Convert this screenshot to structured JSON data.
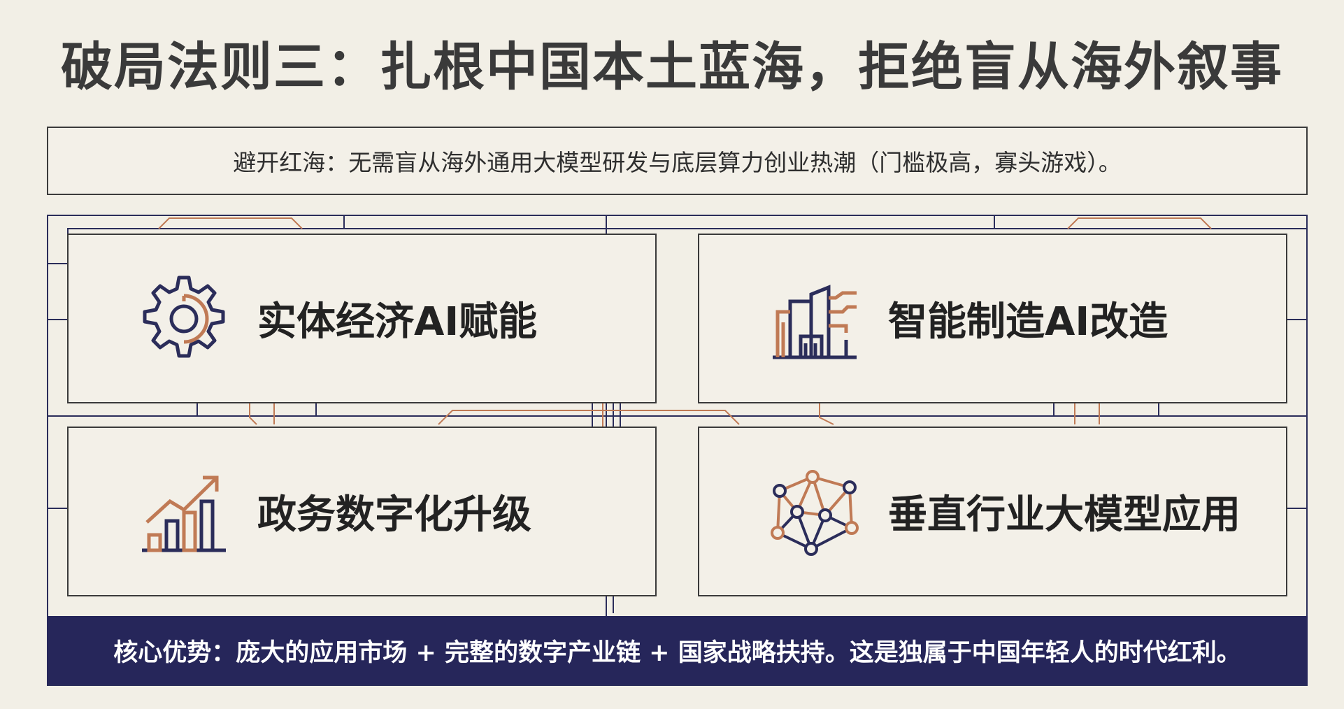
{
  "title": "破局法则三：扎根中国本土蓝海，拒绝盲从海外叙事",
  "banner": "避开红海：无需盲从海外通用大模型研发与底层算力创业热潮（门槛极高，寡头游戏）。",
  "cards": [
    {
      "label": "实体经济AI赋能",
      "icon": "gear-icon"
    },
    {
      "label": "智能制造AI改造",
      "icon": "factory-icon"
    },
    {
      "label": "政务数字化升级",
      "icon": "growth-chart-icon"
    },
    {
      "label": "垂直行业大模型应用",
      "icon": "network-icon"
    }
  ],
  "footer": "核心优势：庞大的应用市场 + 完整的数字产业链 + 国家战略扶持。这是独属于中国年轻人的时代红利。",
  "colors": {
    "background": "#f2efe6",
    "navy": "#26265a",
    "copper": "#c07a55",
    "text": "#222222"
  }
}
